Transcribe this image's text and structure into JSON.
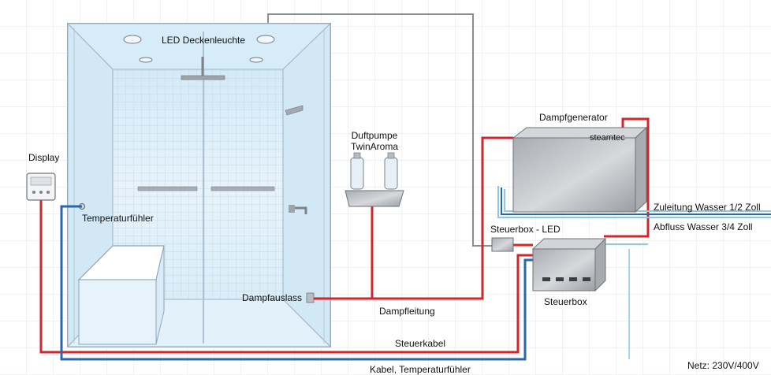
{
  "labels": {
    "ceiling_light": "LED Deckenleuchte",
    "aroma_pump_line1": "Duftpumpe",
    "aroma_pump_line2": "TwinAroma",
    "steam_generator": "Dampfgenerator",
    "brand": "steamtec",
    "display": "Display",
    "temp_sensor": "Temperaturfühler",
    "water_inlet": "Zuleitung Wasser 1/2 Zoll",
    "water_drain": "Abfluss Wasser 3/4 Zoll",
    "control_box_led": "Steuerbox - LED",
    "steam_outlet": "Dampfauslass",
    "control_box": "Steuerbox",
    "steam_line": "Dampfleitung",
    "control_cable": "Steuerkabel",
    "sensor_cable": "Kabel, Temperaturfühler",
    "power": "Netz: 230V/400V"
  },
  "colors": {
    "tile_line": "#cfdbe6",
    "glass": "#dceef8",
    "glass_edge": "#9fb4c6",
    "red_line": "#d1262b",
    "blue_line": "#2a66b0",
    "light_blue_line": "#8ec7e4",
    "gray_line": "#8a8f95",
    "steel": "#b9bcc0",
    "steel_dark": "#7e8287"
  }
}
